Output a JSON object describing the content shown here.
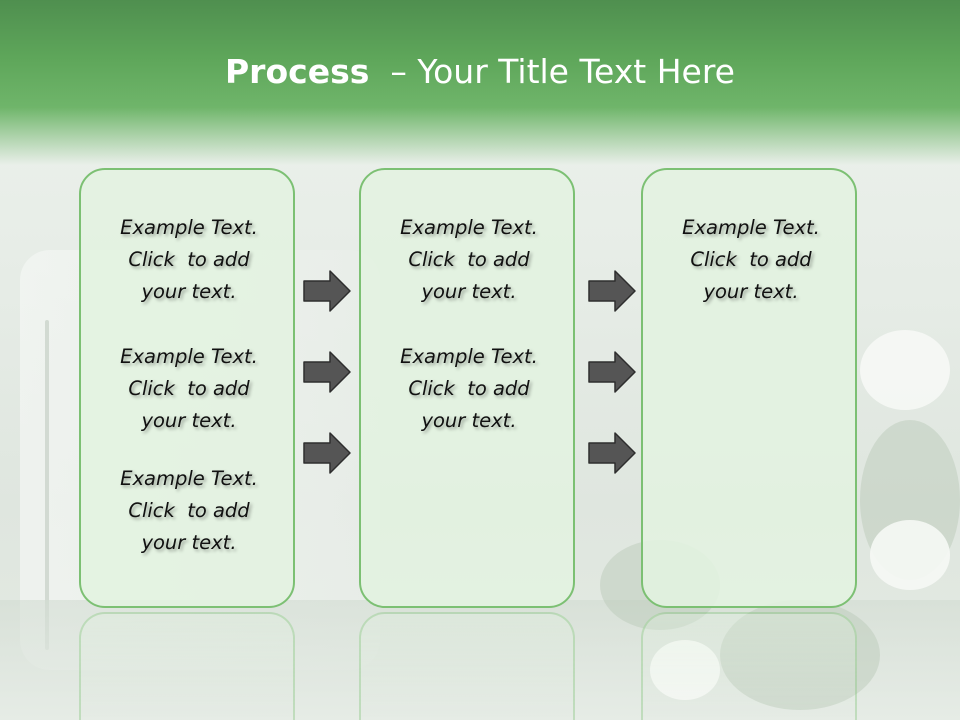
{
  "title": {
    "bold": "Process",
    "rest": "  – Your Title Text Here"
  },
  "boxes": [
    {
      "items": [
        {
          "line1": "Example Text.",
          "line2": "Click  to add",
          "line3": "your text."
        },
        {
          "line1": "Example Text.",
          "line2": "Click  to add",
          "line3": "your text."
        },
        {
          "line1": "Example Text.",
          "line2": "Click  to add",
          "line3": "your text."
        }
      ]
    },
    {
      "items": [
        {
          "line1": "Example Text.",
          "line2": "Click  to add",
          "line3": "your text."
        },
        {
          "line1": "Example Text.",
          "line2": "Click  to add",
          "line3": "your text."
        }
      ]
    },
    {
      "items": [
        {
          "line1": "Example Text.",
          "line2": "Click  to add",
          "line3": "your text."
        }
      ]
    }
  ],
  "colors": {
    "title_band": "#5ea65a",
    "box_border": "#7cc073",
    "box_fill": "#e2f2e0",
    "arrow": "#555555"
  },
  "icons": [
    "arrow-right-icon"
  ]
}
